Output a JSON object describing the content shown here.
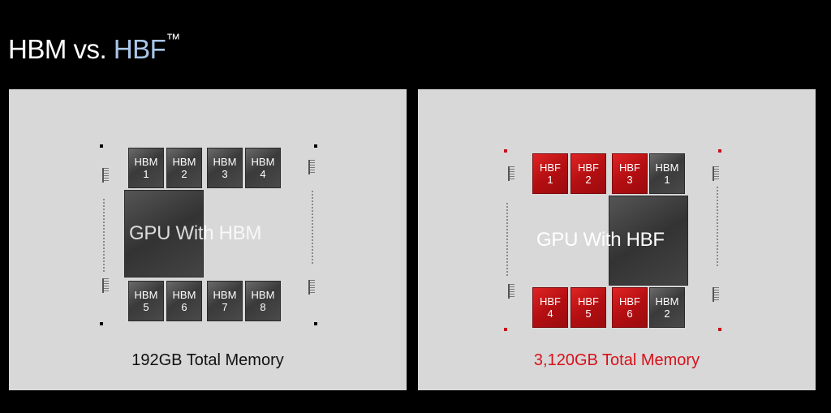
{
  "title": {
    "main": "HBM vs. ",
    "accent": "HBF",
    "mark": "™"
  },
  "left_panel": {
    "gpu_label": "GPU With HBM",
    "total": "192GB Total Memory",
    "chips_top": [
      {
        "name": "HBM",
        "num": "1"
      },
      {
        "name": "HBM",
        "num": "2"
      },
      {
        "name": "HBM",
        "num": "3"
      },
      {
        "name": "HBM",
        "num": "4"
      }
    ],
    "chips_bottom": [
      {
        "name": "HBM",
        "num": "5"
      },
      {
        "name": "HBM",
        "num": "6"
      },
      {
        "name": "HBM",
        "num": "7"
      },
      {
        "name": "HBM",
        "num": "8"
      }
    ]
  },
  "right_panel": {
    "gpu_label": "GPU With HBF",
    "total": "3,120GB Total Memory",
    "chips_top": [
      {
        "name": "HBF",
        "num": "1"
      },
      {
        "name": "HBF",
        "num": "2"
      },
      {
        "name": "HBF",
        "num": "3"
      },
      {
        "name": "HBM",
        "num": "1"
      }
    ],
    "chips_bottom": [
      {
        "name": "HBF",
        "num": "4"
      },
      {
        "name": "HBF",
        "num": "5"
      },
      {
        "name": "HBF",
        "num": "6"
      },
      {
        "name": "HBM",
        "num": "2"
      }
    ]
  },
  "colors": {
    "hbf_red": "#c8101a",
    "hbm_gray": "#4a4a4a",
    "accent_blue": "#a9c6e8",
    "panel_bg": "#d8d8d8"
  }
}
